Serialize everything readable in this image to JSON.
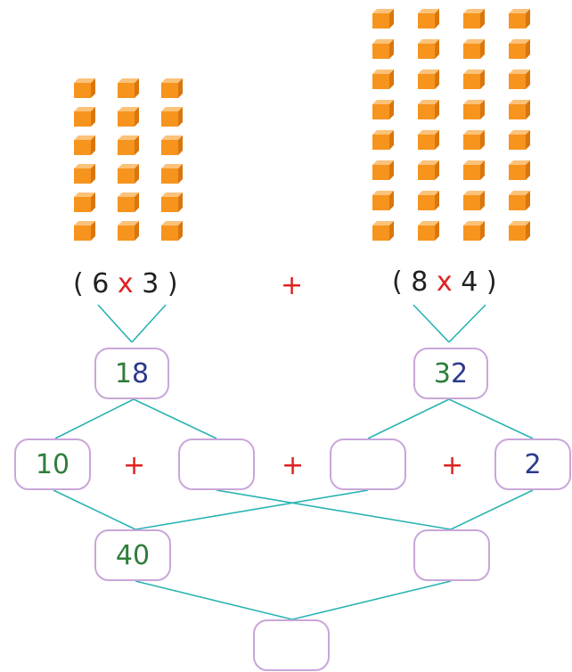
{
  "colors": {
    "cube": "#f7941d",
    "line": "#2ab3b3",
    "box_border": "#c9a6d9",
    "green": "#2e7d3a",
    "blue": "#2b3a8c",
    "red": "#e02020"
  },
  "arrays": {
    "left": {
      "rows": 6,
      "cols": 3
    },
    "right": {
      "rows": 8,
      "cols": 4
    }
  },
  "expressions": {
    "left": {
      "open": "(",
      "a": "6",
      "op": "x",
      "b": "3",
      "close": ")"
    },
    "plus": "+",
    "right": {
      "open": "(",
      "a": "8",
      "op": "x",
      "b": "4",
      "close": ")"
    }
  },
  "products": {
    "left": {
      "tens": "1",
      "ones": "8"
    },
    "right": {
      "tens": "3",
      "ones": "2"
    }
  },
  "split_row": {
    "box1": "10",
    "plus1": "+",
    "box2": "",
    "plus2": "+",
    "box3": "",
    "plus3": "+",
    "box4": "2"
  },
  "sum_row": {
    "left": "40",
    "right": ""
  },
  "total": ""
}
